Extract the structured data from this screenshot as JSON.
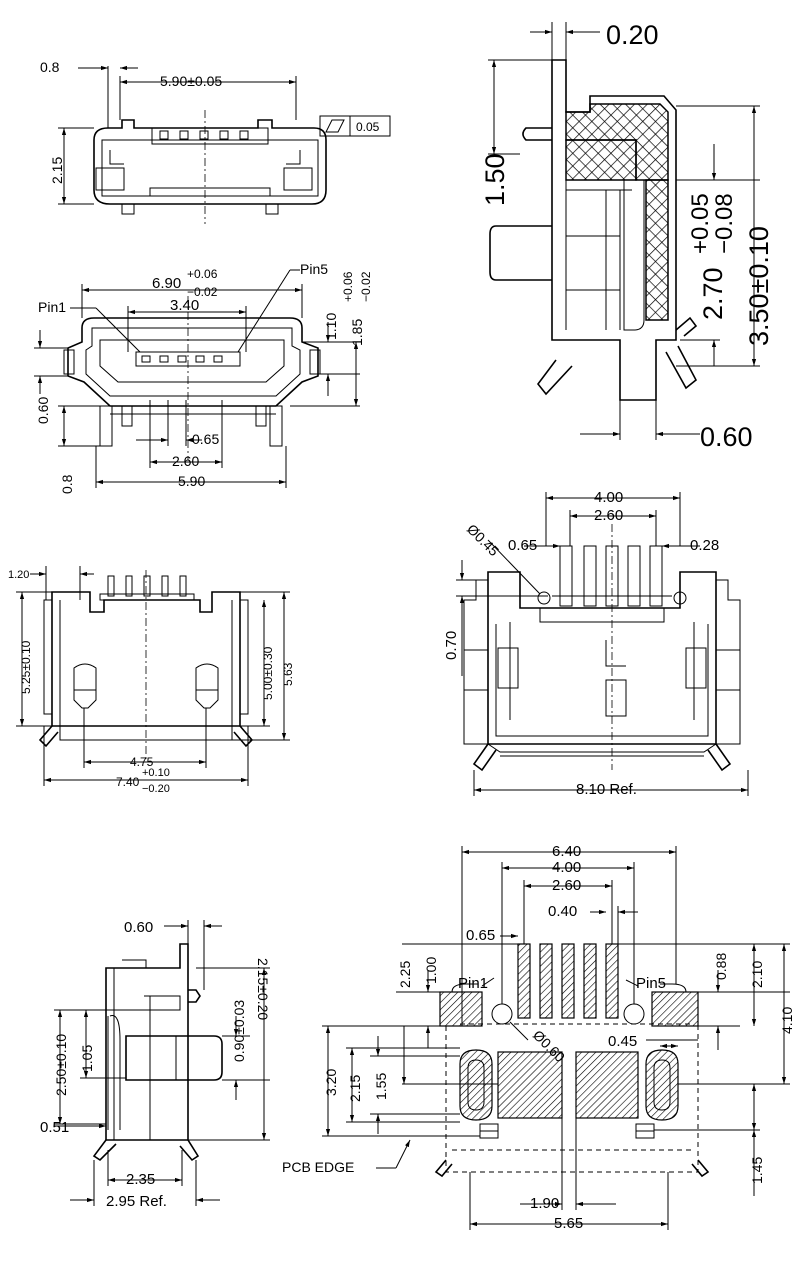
{
  "views": {
    "front_top": {
      "dim_width": "5.90±0.05",
      "dim_left": "0.8",
      "dim_height": "2.15",
      "flatness": "0.05"
    },
    "front_main": {
      "dim_outer_main": "6.90",
      "dim_outer_tol_up": "+0.06",
      "dim_outer_tol_dn": "−0.02",
      "dim_pins": "3.40",
      "pin1": "Pin1",
      "pin5": "Pin5",
      "dim_110": "1.10",
      "dim_185": "1.85",
      "dim_185_tol_up": "+0.06",
      "dim_185_tol_dn": "−0.02",
      "dim_060": "0.60",
      "dim_08": "0.8",
      "dim_065": "0.65",
      "dim_260": "2.60",
      "dim_590": "5.90"
    },
    "side_section": {
      "dim_020": "0.20",
      "dim_150": "1.50",
      "dim_270": "2.70",
      "dim_270_tol_up": "+0.05",
      "dim_270_tol_dn": "−0.08",
      "dim_350": "3.50±0.10",
      "dim_060": "0.60"
    },
    "top_left": {
      "dim_120": "1.20",
      "dim_525": "5.25±0.10",
      "dim_500": "5.00±0.30",
      "dim_563": "5.63",
      "dim_475": "4.75",
      "dim_740": "7.40",
      "dim_740_tol_up": "+0.10",
      "dim_740_tol_dn": "−0.20"
    },
    "top_right": {
      "dim_400": "4.00",
      "dim_260": "2.60",
      "dim_045": "Ø0.45",
      "dim_065": "0.65",
      "dim_028": "0.28",
      "dim_070": "0.70",
      "dim_810": "8.10 Ref."
    },
    "side_bottom": {
      "dim_060": "0.60",
      "dim_090": "0.90±0.03",
      "dim_215": "2.15±0.20",
      "dim_250": "2.50±0.10",
      "dim_105": "1.05",
      "dim_051": "0.51",
      "dim_235": "2.35",
      "dim_295": "2.95 Ref."
    },
    "pcb_layout": {
      "dim_640": "6.40",
      "dim_400": "4.00",
      "dim_260": "2.60",
      "dim_040": "0.40",
      "dim_065": "0.65",
      "dim_225": "2.25",
      "dim_100": "1.00",
      "pin1": "Pin1",
      "pin5": "Pin5",
      "dim_088": "0.88",
      "dim_210": "2.10",
      "dim_410": "4.10",
      "dim_060": "Ø0.60",
      "dim_045": "0.45",
      "dim_320": "3.20",
      "dim_215": "2.15",
      "dim_155": "1.55",
      "dim_145": "1.45",
      "pcb_edge": "PCB EDGE",
      "dim_190": "1.90",
      "dim_565": "5.65"
    }
  }
}
